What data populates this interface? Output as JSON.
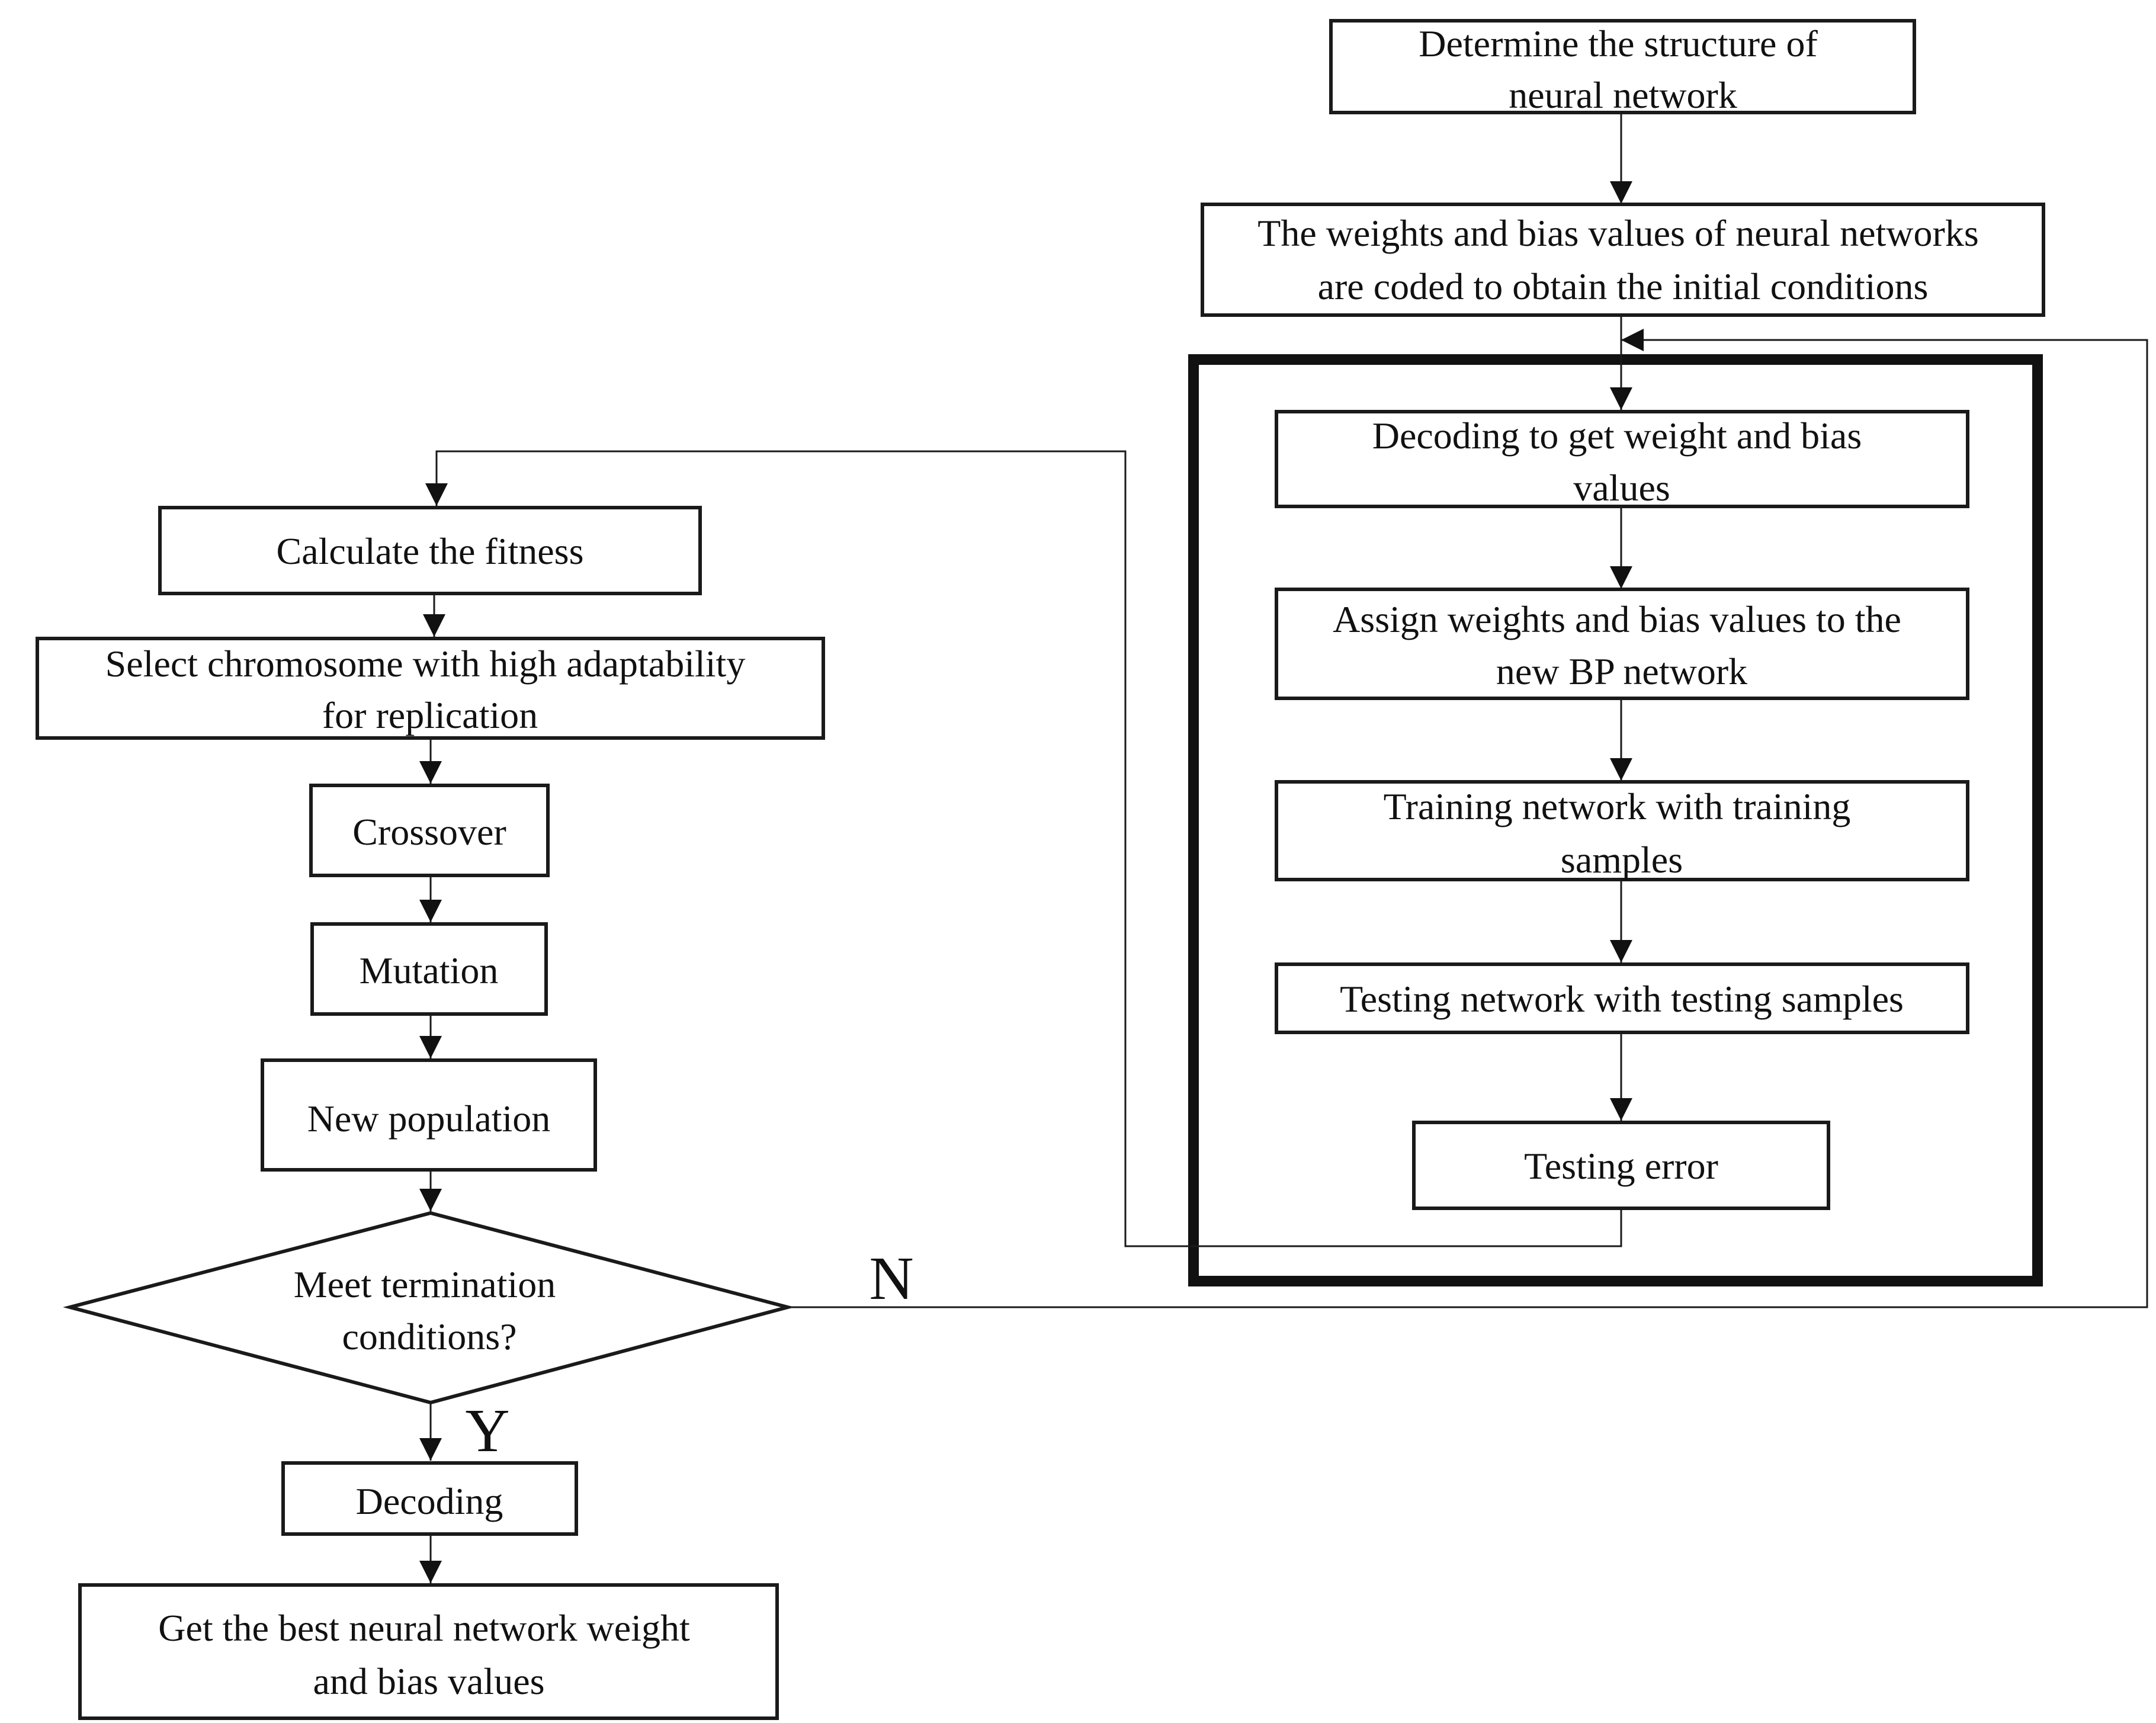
{
  "nodes": {
    "structure": [
      "Determine the structure of",
      "neural network"
    ],
    "coding": [
      "The weights and bias values of neural networks",
      "are coded to obtain the initial conditions"
    ],
    "decode_weights": [
      "Decoding to get weight and bias",
      "values"
    ],
    "assign": [
      "Assign weights and bias values to the",
      "new BP network"
    ],
    "training": [
      "Training network with training",
      "samples"
    ],
    "testing": [
      "Testing network with testing samples"
    ],
    "testing_error": [
      "Testing error"
    ],
    "fitness": [
      "Calculate the fitness"
    ],
    "select": [
      "Select chromosome with high adaptability",
      "for replication"
    ],
    "crossover": [
      "Crossover"
    ],
    "mutation": [
      "Mutation"
    ],
    "new_population": [
      "New population"
    ],
    "termination": [
      "Meet termination",
      "conditions?"
    ],
    "decoding": [
      "Decoding"
    ],
    "best": [
      "Get the best neural network weight",
      "and bias values"
    ]
  },
  "labels": {
    "no": "N",
    "yes": "Y"
  },
  "colors": {
    "stroke": "#1a1a1a",
    "text": "#111111",
    "background": "#ffffff"
  }
}
